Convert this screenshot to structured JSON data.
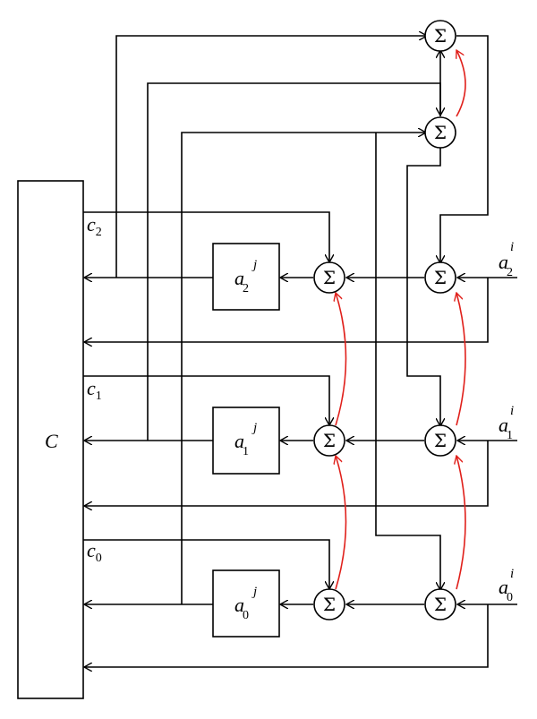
{
  "block_c": {
    "label": "C"
  },
  "sum_symbol": "Σ",
  "inputs": [
    {
      "base": "a",
      "sub": "2",
      "sup": "i"
    },
    {
      "base": "a",
      "sub": "1",
      "sup": "i"
    },
    {
      "base": "a",
      "sub": "0",
      "sup": "i"
    }
  ],
  "coeff_blocks": [
    {
      "base": "a",
      "sub": "2",
      "sup": "j"
    },
    {
      "base": "a",
      "sub": "1",
      "sup": "j"
    },
    {
      "base": "a",
      "sub": "0",
      "sup": "j"
    }
  ],
  "carry_labels": [
    {
      "base": "c",
      "sub": "2"
    },
    {
      "base": "c",
      "sub": "1"
    },
    {
      "base": "c",
      "sub": "0"
    }
  ],
  "colors": {
    "line": "#000000",
    "feedback": "#e0201b"
  }
}
